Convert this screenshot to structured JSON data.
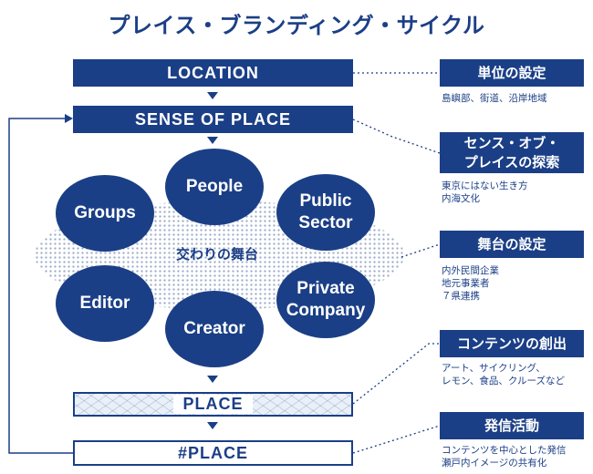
{
  "title": "プレイス・ブランディング・サイクル",
  "stages": {
    "location": "LOCATION",
    "sense_of_place": "SENSE OF PLACE",
    "place": "PLACE",
    "hashtag_place": "#PLACE"
  },
  "actors": {
    "groups": "Groups",
    "people": "People",
    "public_sector": "Public\nSector",
    "editor": "Editor",
    "creator": "Creator",
    "private_company": "Private\nCompany"
  },
  "center_label": "交わりの舞台",
  "side_labels": [
    {
      "label": "単位の設定",
      "description": "島嶼部、街道、沿岸地域"
    },
    {
      "label": "センス・オブ・\nプレイスの探索",
      "description": "東京にはない生き方\n内海文化"
    },
    {
      "label": "舞台の設定",
      "description": "内外民間企業\n地元事業者\n７県連携"
    },
    {
      "label": "コンテンツの創出",
      "description": "アート、サイクリング、\nレモン、食品、クルーズなど"
    },
    {
      "label": "発信活動",
      "description": "コンテンツを中心とした発信\n瀬戸内イメージの共有化"
    }
  ],
  "colors": {
    "primary": "#1b3f86",
    "background": "#ffffff",
    "pattern_fill": "#eaf0f8"
  }
}
